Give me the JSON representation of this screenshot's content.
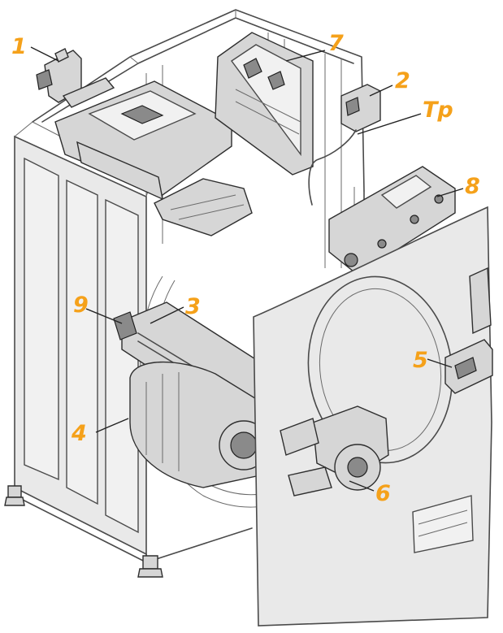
{
  "callouts": [
    {
      "id": "1",
      "label": "1"
    },
    {
      "id": "2",
      "label": "2"
    },
    {
      "id": "tp",
      "label": "Tp"
    },
    {
      "id": "3",
      "label": "3"
    },
    {
      "id": "4",
      "label": "4"
    },
    {
      "id": "5",
      "label": "5"
    },
    {
      "id": "6",
      "label": "6"
    },
    {
      "id": "7",
      "label": "7"
    },
    {
      "id": "8",
      "label": "8"
    },
    {
      "id": "9",
      "label": "9"
    }
  ],
  "colors": {
    "callout": "#f5a11a",
    "line": "#4a4a4a",
    "panel": "#e9e9e9",
    "background": "#ffffff"
  }
}
